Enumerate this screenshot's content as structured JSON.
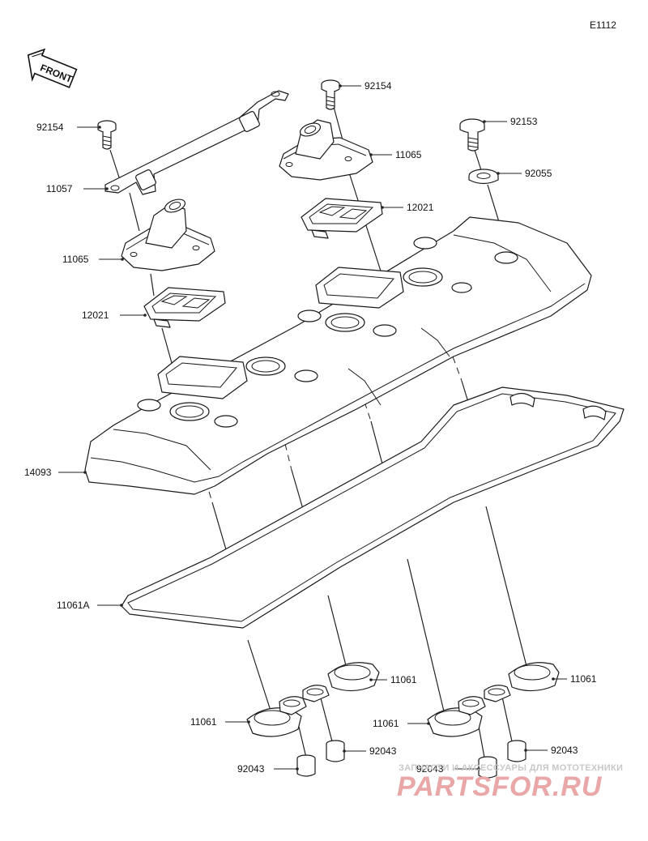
{
  "diagram_code": "E1112",
  "front_label": "FRONT",
  "callouts": [
    {
      "id": "c1",
      "text": "92154"
    },
    {
      "id": "c2",
      "text": "11057"
    },
    {
      "id": "c3",
      "text": "11065"
    },
    {
      "id": "c4",
      "text": "12021"
    },
    {
      "id": "c5",
      "text": "92154"
    },
    {
      "id": "c6",
      "text": "11065"
    },
    {
      "id": "c7",
      "text": "12021"
    },
    {
      "id": "c8",
      "text": "92153"
    },
    {
      "id": "c9",
      "text": "92055"
    },
    {
      "id": "c10",
      "text": "14093"
    },
    {
      "id": "c11",
      "text": "11061A"
    },
    {
      "id": "c12",
      "text": "11061"
    },
    {
      "id": "c13",
      "text": "11061"
    },
    {
      "id": "c14",
      "text": "11061"
    },
    {
      "id": "c15",
      "text": "11061"
    },
    {
      "id": "c16",
      "text": "92043"
    },
    {
      "id": "c17",
      "text": "92043"
    },
    {
      "id": "c18",
      "text": "92043"
    },
    {
      "id": "c19",
      "text": "92043"
    }
  ],
  "watermark": {
    "subtitle": "ЗАПЧАСТИ И АКСЕССУАРЫ ДЛЯ МОТОТЕХНИКИ",
    "logo": "PARTSFOR.RU"
  }
}
